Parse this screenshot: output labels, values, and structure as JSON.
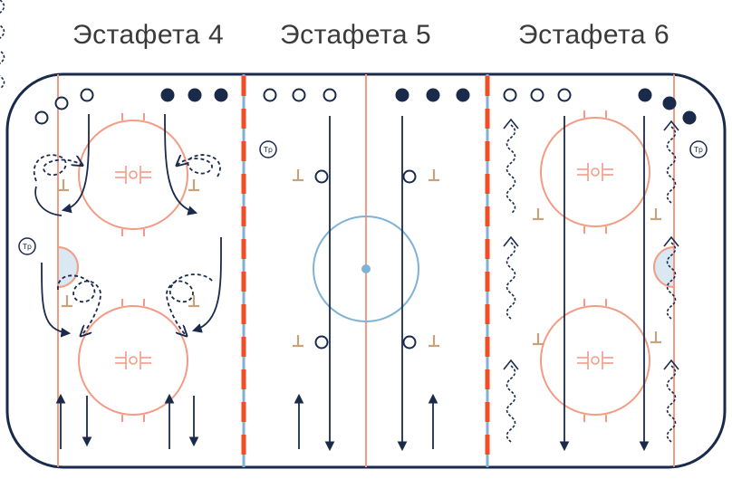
{
  "titles": {
    "relay4": "Эстафета 4",
    "relay5": "Эстафета 5",
    "relay6": "Эстафета 6"
  },
  "coach_label": "Тр",
  "colors": {
    "board": "#1a2a4a",
    "red_line": "#f04e23",
    "blue_line": "#7fb3d5",
    "circle": "#f49b86",
    "path": "#1a2a4a",
    "cone": "#c8a27a",
    "crease": "#d9e8f3"
  }
}
